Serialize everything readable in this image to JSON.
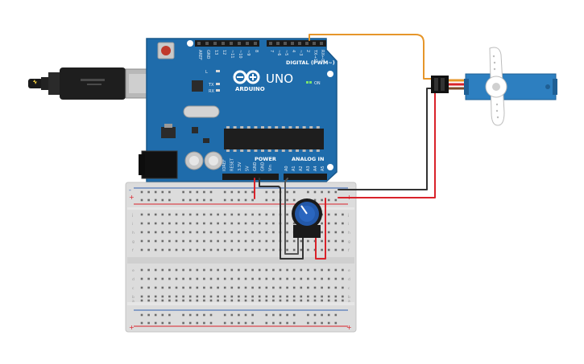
{
  "board": {
    "brand": "ARDUINO",
    "model": "UNO",
    "digital_header": "DIGITAL (PWM~)",
    "power_header": "POWER",
    "analog_header": "ANALOG IN",
    "on_label": "ON",
    "tx_label": "TX",
    "rx_label": "RX",
    "l_label": "L",
    "digital_pins": [
      "AREF",
      "GND",
      "13",
      "12",
      "~11",
      "~10",
      "~9",
      "8",
      "7",
      "~6",
      "~5",
      "4",
      "~3",
      "2",
      "TX→1",
      "RX←0"
    ],
    "power_pins": [
      "IOREF",
      "RESET",
      "3.3V",
      "5V",
      "GND",
      "GND",
      "Vin"
    ],
    "analog_pins": [
      "A0",
      "A1",
      "A2",
      "A3",
      "A4",
      "A5"
    ]
  },
  "breadboard": {
    "row_letters_top": [
      "j",
      "i",
      "h",
      "g",
      "f"
    ],
    "row_letters_bottom": [
      "e",
      "d",
      "c",
      "b",
      "a"
    ],
    "rail_plus": "+",
    "rail_minus": "-",
    "columns": 30
  },
  "colors": {
    "board": "#1f6cab",
    "board_edge": "#17568a",
    "wire_orange": "#e6962a",
    "wire_red": "#d9222a",
    "wire_black": "#2a2a2a",
    "wire_gray": "#3a3a3a",
    "servo_blue": "#2d7fc0",
    "knob_blue": "#2358a8",
    "breadboard": "#dcdcdc",
    "rail_red": "#d9222a",
    "rail_blue": "#2f5fb0"
  },
  "icons": [
    "usb-cable-icon",
    "reset-button-icon",
    "infinity-logo-icon",
    "potentiometer-icon",
    "servo-motor-icon"
  ]
}
